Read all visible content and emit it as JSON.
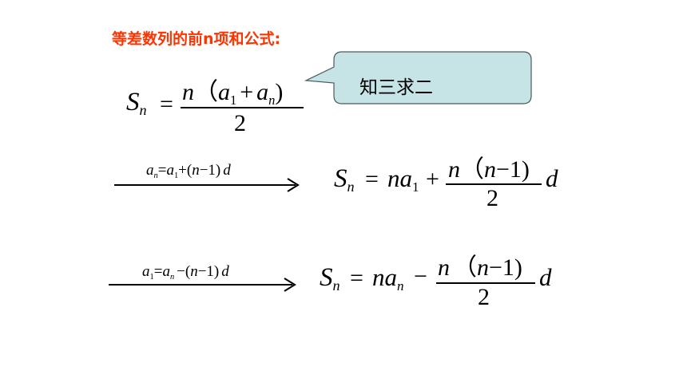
{
  "title": {
    "text": "等差数列的前n项和公式:",
    "color": "#ff3300"
  },
  "callout": {
    "text": "知三求二",
    "fill": "#c6e4e6",
    "stroke": "#4a5a5c"
  },
  "formula1": {
    "lhs_S": "S",
    "lhs_sub": "n",
    "eq": "=",
    "num_n": "n",
    "num_lparen": "（",
    "num_a1": "a",
    "num_a1_sub": "1",
    "num_plus": "+",
    "num_an": "a",
    "num_an_sub": "n",
    "num_rparen": ")",
    "den": "2"
  },
  "arrow1": {
    "a": "a",
    "a_sub": "n",
    "eq": "=",
    "a1": "a",
    "a1_sub": "1",
    "rest": "+(",
    "n": "n",
    "minus1": "−1)",
    "d": "d"
  },
  "formula2": {
    "lhs_S": "S",
    "lhs_sub": "n",
    "eq": "=",
    "na": "na",
    "na_sub": "1",
    "op": "+",
    "num_n": "n",
    "num_lparen": "（",
    "num_n2": "n",
    "num_minus1": "−1)",
    "den": "2",
    "d": "d"
  },
  "arrow2": {
    "a": "a",
    "a_sub": "1",
    "eq": "=",
    "an": "a",
    "an_sub": "n",
    "rest": "−(",
    "n": "n",
    "minus1": "−1)",
    "d": "d"
  },
  "formula3": {
    "lhs_S": "S",
    "lhs_sub": "n",
    "eq": "=",
    "na": "na",
    "na_sub": "n",
    "op": "−",
    "num_n": "n",
    "num_lparen": "（",
    "num_n2": "n",
    "num_minus1": "−1)",
    "den": "2",
    "d": "d"
  }
}
